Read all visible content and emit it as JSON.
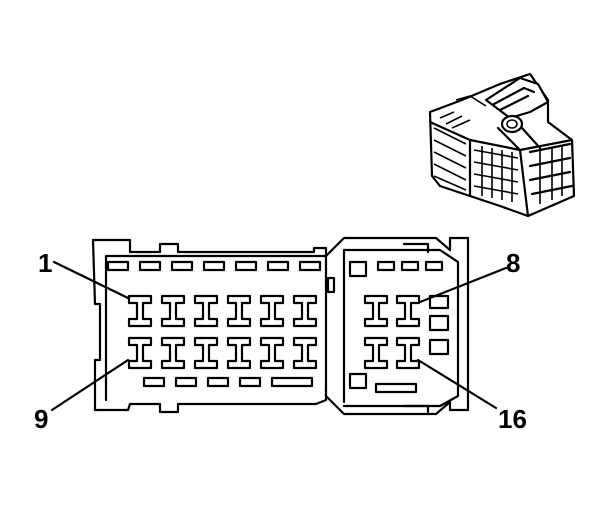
{
  "diagram": {
    "callouts": [
      {
        "id": "pin-1",
        "label": "1"
      },
      {
        "id": "pin-8",
        "label": "8"
      },
      {
        "id": "pin-9",
        "label": "9"
      },
      {
        "id": "pin-16",
        "label": "16"
      }
    ],
    "colors": {
      "line": "#000000",
      "background": "#ffffff"
    }
  }
}
